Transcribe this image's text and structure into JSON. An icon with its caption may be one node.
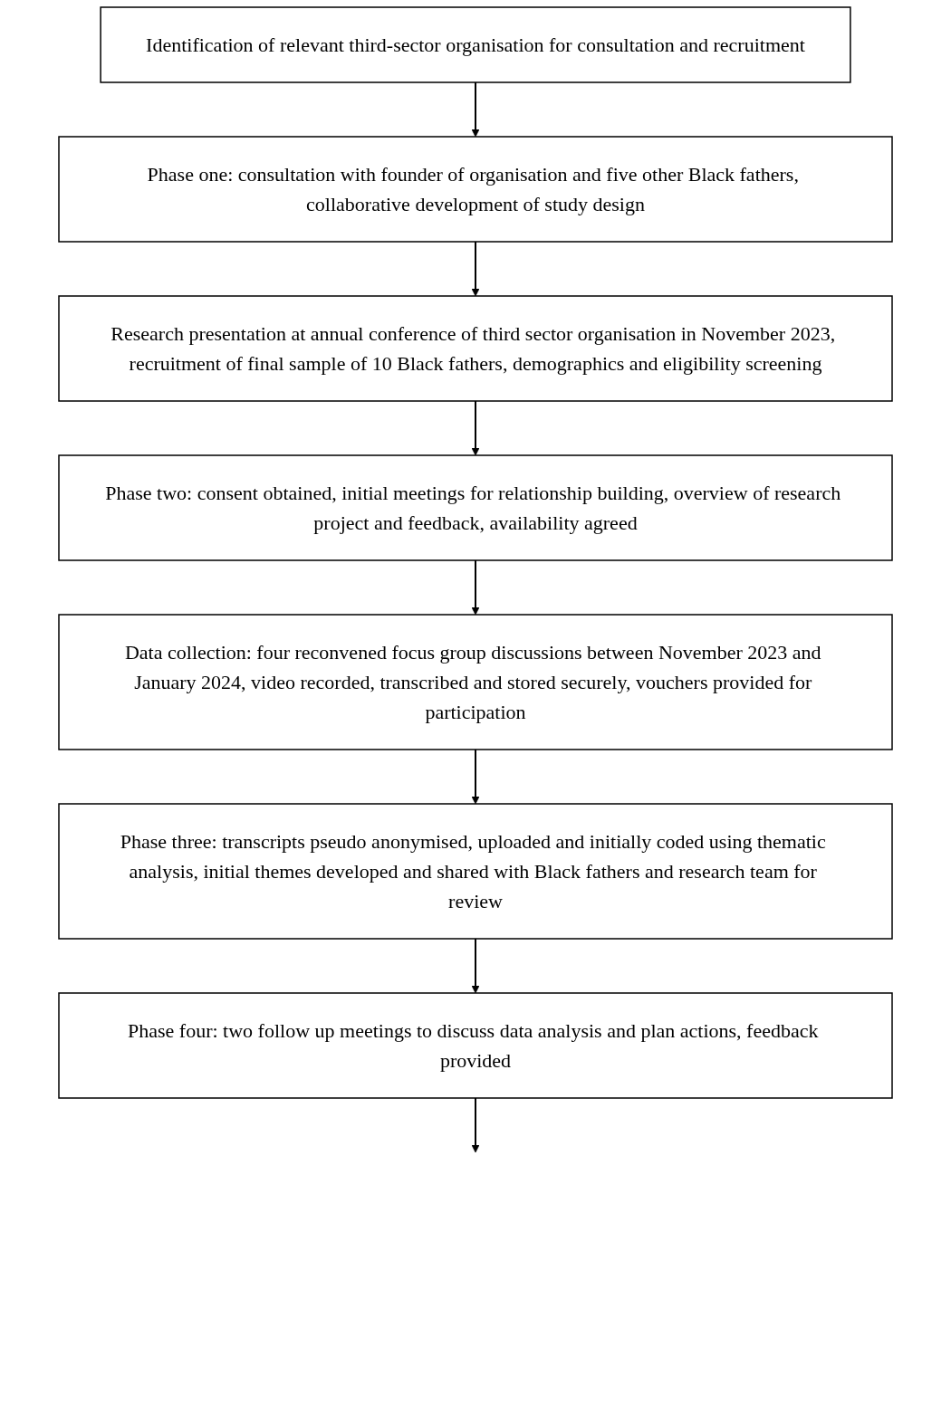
{
  "diagram": {
    "nodes": [
      {
        "text": [
          "Identification of relevant third-sector organisation for consultation and recruitment"
        ]
      },
      {
        "text": [
          "Phase one: consultation with founder of organisation and five other Black fathers, collaborative development of study design"
        ]
      },
      {
        "text": [
          "Research presentation at annual conference of third sector organisation in November 2023, recruitment of final sample of 10 Black fathers, demographics and eligibility screening"
        ]
      },
      {
        "text": [
          "Phase two: consent obtained, initial meetings for relationship building, overview of research project and feedback, availability agreed"
        ]
      },
      {
        "text": [
          "Data collection: four reconvened focus group discussions between November 2023 and January 2024, video recorded, transcribed and stored securely, vouchers provided for participation"
        ]
      },
      {
        "text": [
          "Phase three: transcripts pseudo anonymised, uploaded and initially coded using thematic analysis, initial themes developed and shared with Black fathers and research team for review"
        ]
      },
      {
        "text": [
          "Phase four: two follow up meetings to discuss data analysis and plan actions, feedback provided"
        ]
      }
    ],
    "edges": [
      {
        "from": 0,
        "to": 1,
        "arrow": "to"
      },
      {
        "from": 1,
        "to": 2,
        "arrow": "to"
      },
      {
        "from": 2,
        "to": 3,
        "arrow": "to"
      },
      {
        "from": 3,
        "to": 4,
        "arrow": "to"
      },
      {
        "from": 4,
        "to": 5,
        "arrow": "to"
      },
      {
        "from": 5,
        "to": 6,
        "arrow": "to"
      },
      {
        "from": 6,
        "to": null,
        "arrow": "to"
      }
    ]
  }
}
